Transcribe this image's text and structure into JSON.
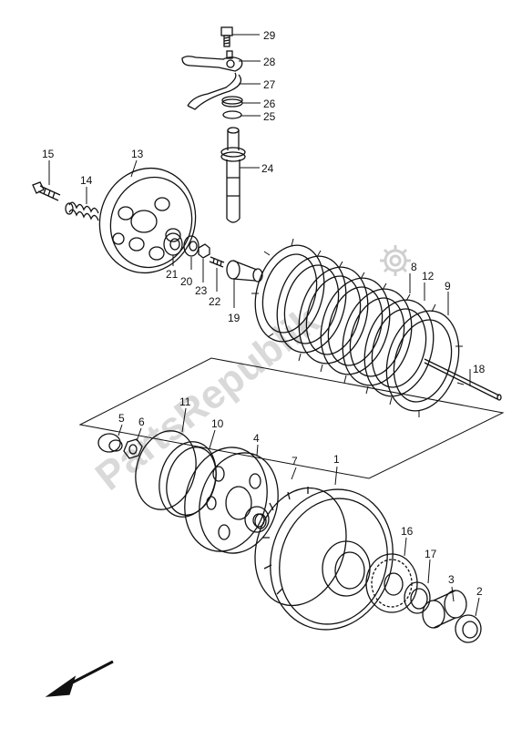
{
  "parts": {
    "p1": "1",
    "p2": "2",
    "p3": "3",
    "p4": "4",
    "p5": "5",
    "p6": "6",
    "p7": "7",
    "p8": "8",
    "p9": "9",
    "p10": "10",
    "p11": "11",
    "p12": "12",
    "p13": "13",
    "p14": "14",
    "p15": "15",
    "p16": "16",
    "p17": "17",
    "p18": "18",
    "p19": "19",
    "p20": "20",
    "p21": "21",
    "p22": "22",
    "p23": "23",
    "p24": "24",
    "p25": "25",
    "p26": "26",
    "p27": "27",
    "p28": "28",
    "p29": "29"
  },
  "watermark": "PartsRepublik",
  "icons": [
    "gear-icon",
    "front-direction-arrow-icon"
  ]
}
